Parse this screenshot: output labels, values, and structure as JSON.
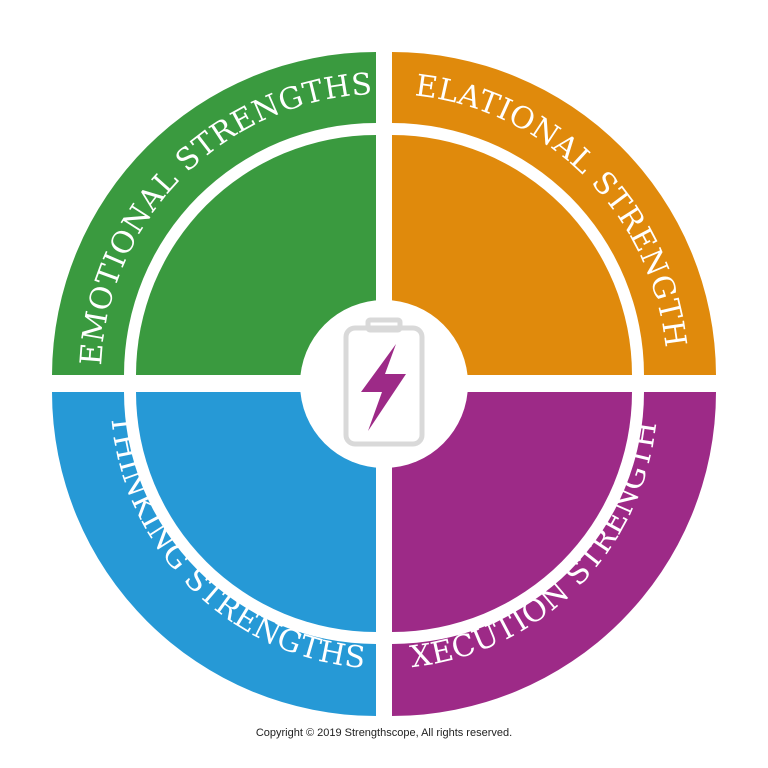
{
  "quadrants": [
    {
      "id": "emotional",
      "label": "EMOTIONAL STRENGTHS",
      "color": "#3a9a3f"
    },
    {
      "id": "relational",
      "label": "RELATIONAL STRENGTHS",
      "color": "#e08a0c"
    },
    {
      "id": "execution",
      "label": "EXECUTION STRENGTHS",
      "color": "#9d2a87"
    },
    {
      "id": "thinking",
      "label": "THINKING STRENGTHS",
      "color": "#2699d6"
    }
  ],
  "center_icon": {
    "name": "battery-lightning-icon",
    "battery_color": "#d9d9d9",
    "bolt_color": "#9d2a87"
  },
  "copyright": "Copyright © 2019 Strengthscope, All rights reserved."
}
